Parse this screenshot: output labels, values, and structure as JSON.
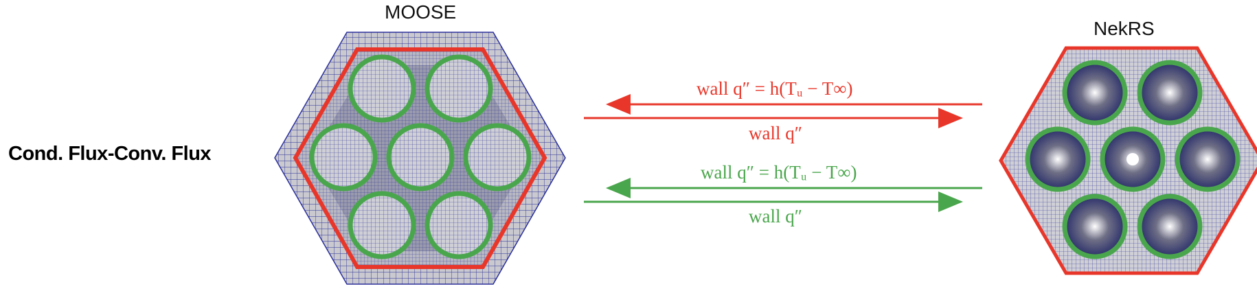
{
  "row_label": "Cond. Flux-Conv. Flux",
  "left_panel": {
    "title": "MOOSE"
  },
  "right_panel": {
    "title": "NekRS"
  },
  "arrows": {
    "red_top": "wall q″ = h(Tᵤ − T∞)",
    "red_bottom": "wall q″",
    "green_top": "wall q″ = h(Tᵤ − T∞)",
    "green_bottom": "wall q″"
  },
  "colors": {
    "red": "#e8372a",
    "green": "#4aa64c",
    "mesh": "#2a2f9a",
    "mesh_bg": "#c9c9cf"
  }
}
